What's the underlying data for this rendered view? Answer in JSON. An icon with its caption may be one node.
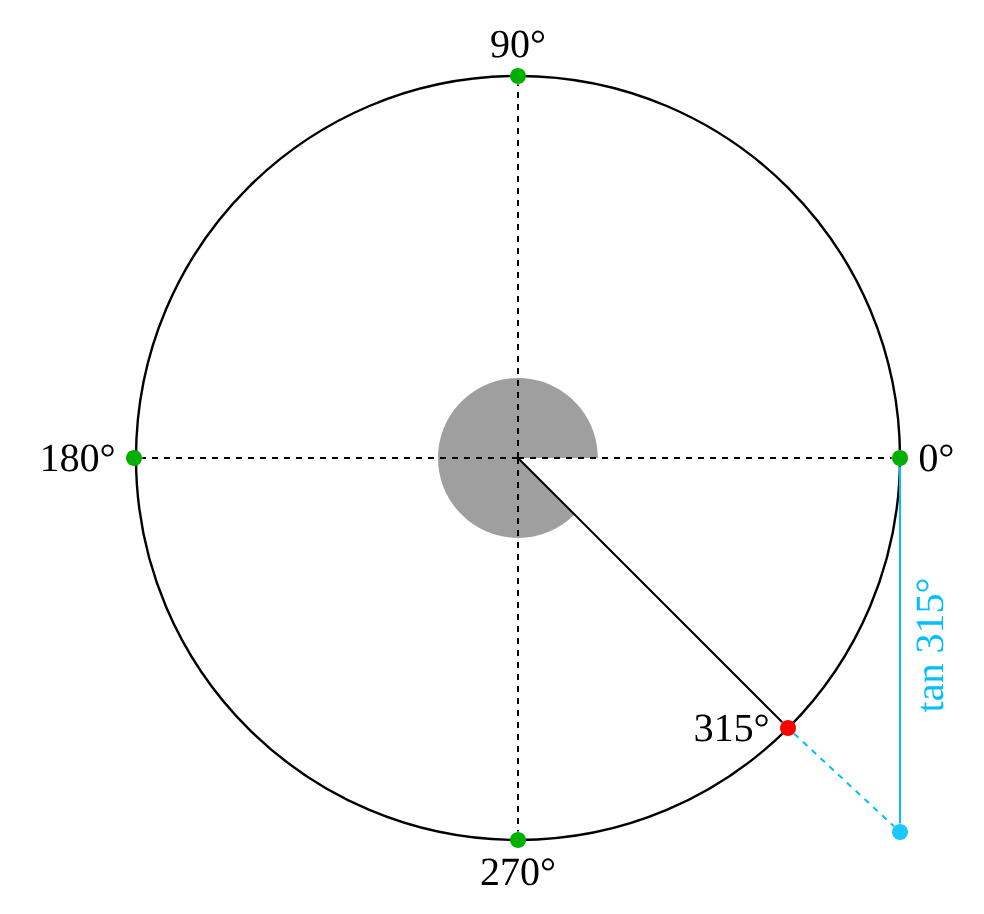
{
  "diagram": {
    "nodes": [
      {
        "text": [],
        "shape": "sector"
      },
      {
        "text": [],
        "shape": "circle",
        "beside": [
          "90°"
        ]
      },
      {
        "text": [],
        "shape": "circle",
        "beside": [
          "180°"
        ]
      },
      {
        "text": [],
        "shape": "circle",
        "beside": [
          "0°"
        ]
      },
      {
        "text": [],
        "shape": "circle",
        "beside": [
          "315°"
        ]
      },
      {
        "text": [],
        "shape": "circle"
      },
      {
        "text": [],
        "shape": "circle",
        "beside": [
          "270°"
        ]
      }
    ],
    "edges": [
      {
        "from": 0,
        "to": 1,
        "arrow": "none",
        "style": "dashed"
      },
      {
        "from": 0,
        "to": 2,
        "arrow": "none",
        "style": "dashed"
      },
      {
        "from": 0,
        "to": 3,
        "arrow": "none",
        "style": "dashed"
      },
      {
        "from": 0,
        "to": 6,
        "arrow": "none",
        "style": "dashed"
      },
      {
        "from": 0,
        "to": 4,
        "arrow": "none"
      },
      {
        "from": 4,
        "to": 5,
        "arrow": "none",
        "style": "dashed",
        "color": "#00bfff"
      },
      {
        "from": 3,
        "to": 5,
        "arrow": "none",
        "color": "#00bfff",
        "label": "tan 315°"
      }
    ]
  }
}
